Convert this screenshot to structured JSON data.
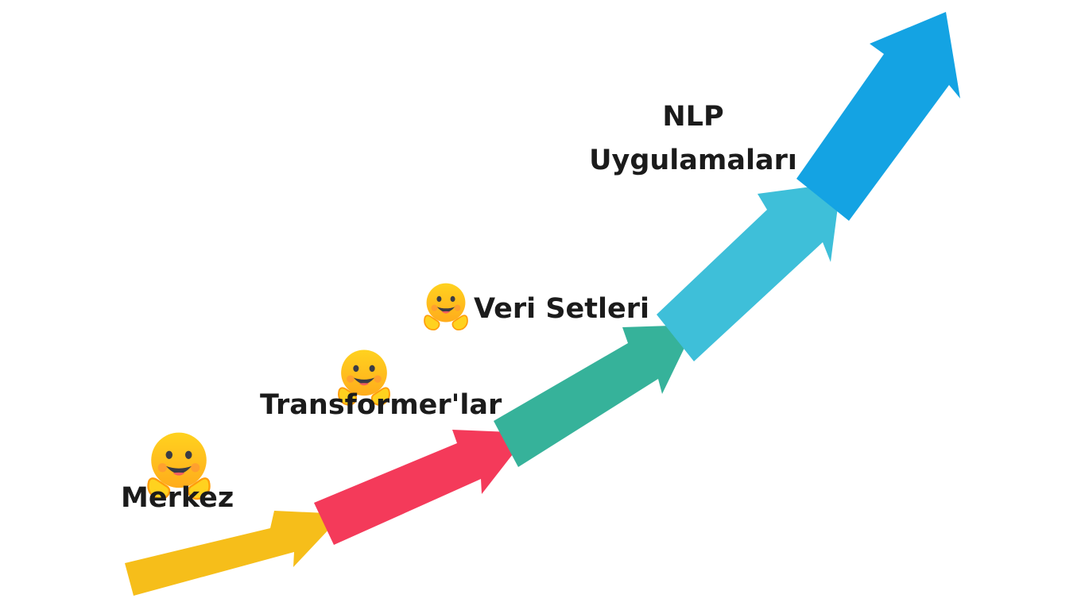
{
  "steps": [
    {
      "label": "Merkez",
      "color": "#f6be1a",
      "icon": "hugging-face-emoji-icon"
    },
    {
      "label": "Transformer'lar",
      "color": "#f43a5a",
      "icon": "hugging-face-emoji-icon"
    },
    {
      "label": "Veri Setleri",
      "color": "#36b29a",
      "icon": "hugging-face-emoji-icon"
    },
    {
      "label": "NLP",
      "label2": "Uygulamaları",
      "color": "#3ebfd9"
    },
    {
      "color": "#14a3e3"
    }
  ]
}
